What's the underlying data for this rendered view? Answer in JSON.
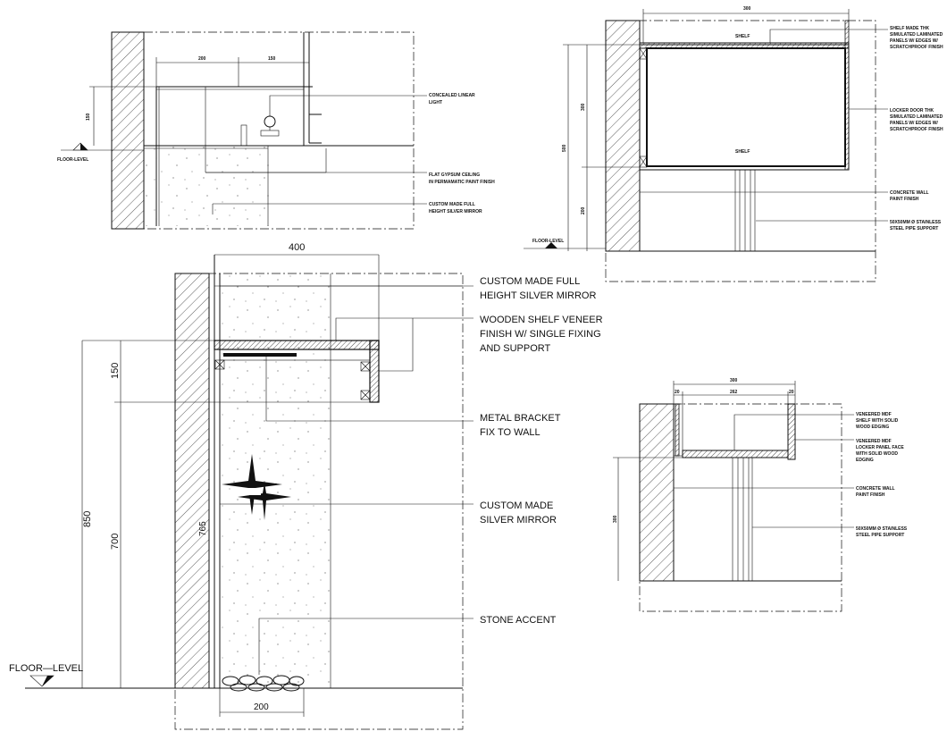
{
  "drawing_1": {
    "dims": {
      "d200": "200",
      "d150": "150",
      "h150": "150"
    },
    "floor_label": "FLOOR-LEVEL",
    "notes": {
      "n1_l1": "CONCEALED LINEAR",
      "n1_l2": "LIGHT",
      "n2_l1": "FLAT GYPSUM CEILING",
      "n2_l2": "IN PERMAMATIC PAINT FINISH",
      "n3_l1": "CUSTOM MADE FULL",
      "n3_l2": "HEIGHT SILVER MIRROR"
    }
  },
  "drawing_2": {
    "dims": {
      "w300": "300",
      "h300": "300",
      "h500": "500",
      "h200": "200"
    },
    "shelf_top": "SHELF",
    "shelf_bottom": "SHELF",
    "floor_label": "FLOOR-LEVEL",
    "notes": {
      "n1_l1": "SHELF MADE THK",
      "n1_l2": "SIMULATED LAMINATED",
      "n1_l3": "PANELS W/ EDGES W/",
      "n1_l4": "SCRATCHPROOF FINISH",
      "n2_l1": "LOCKER DOOR THK",
      "n2_l2": "SIMULATED LAMINATED",
      "n2_l3": "PANELS W/ EDGES W/",
      "n2_l4": "SCRATCHPROOF FINISH",
      "n3_l1": "CONCRETE WALL",
      "n3_l2": "PAINT FINISH",
      "n4_l1": "50X50MM Ø STAINLESS",
      "n4_l2": "STEEL PIPE SUPPORT"
    }
  },
  "drawing_3": {
    "dims": {
      "w400": "400",
      "h150": "150",
      "h850": "850",
      "h700": "700",
      "h765": "765",
      "w200": "200"
    },
    "floor_label": "FLOOR—LEVEL",
    "notes": {
      "mirror_full_l1": "CUSTOM MADE FULL",
      "mirror_full_l2": "HEIGHT SILVER MIRROR",
      "shelf_l1": "WOODEN SHELF VENEER",
      "shelf_l2": "FINISH W/ SINGLE FIXING",
      "shelf_l3": "AND SUPPORT",
      "bracket_l1": "METAL BRACKET",
      "bracket_l2": "FIX TO WALL",
      "mirror_l1": "CUSTOM MADE",
      "mirror_l2": "SILVER MIRROR",
      "stone": "STONE ACCENT"
    }
  },
  "drawing_4": {
    "dims": {
      "w300": "300",
      "d20a": "20",
      "d262": "262",
      "d20b": "20",
      "h300": "300"
    },
    "notes": {
      "n1_l1": "VENEERED MDF",
      "n1_l2": "SHELF WITH SOLID",
      "n1_l3": "WOOD EDGING",
      "n2_l1": "VENEERED MDF",
      "n2_l2": "LOCKER PANEL FACE",
      "n2_l3": "WITH SOLID WOOD",
      "n2_l4": "EDGING",
      "n3_l1": "CONCRETE WALL",
      "n3_l2": "PAINT FINISH",
      "n4_l1": "50X50MM Ø STAINLESS",
      "n4_l2": "STEEL PIPE SUPPORT"
    }
  }
}
